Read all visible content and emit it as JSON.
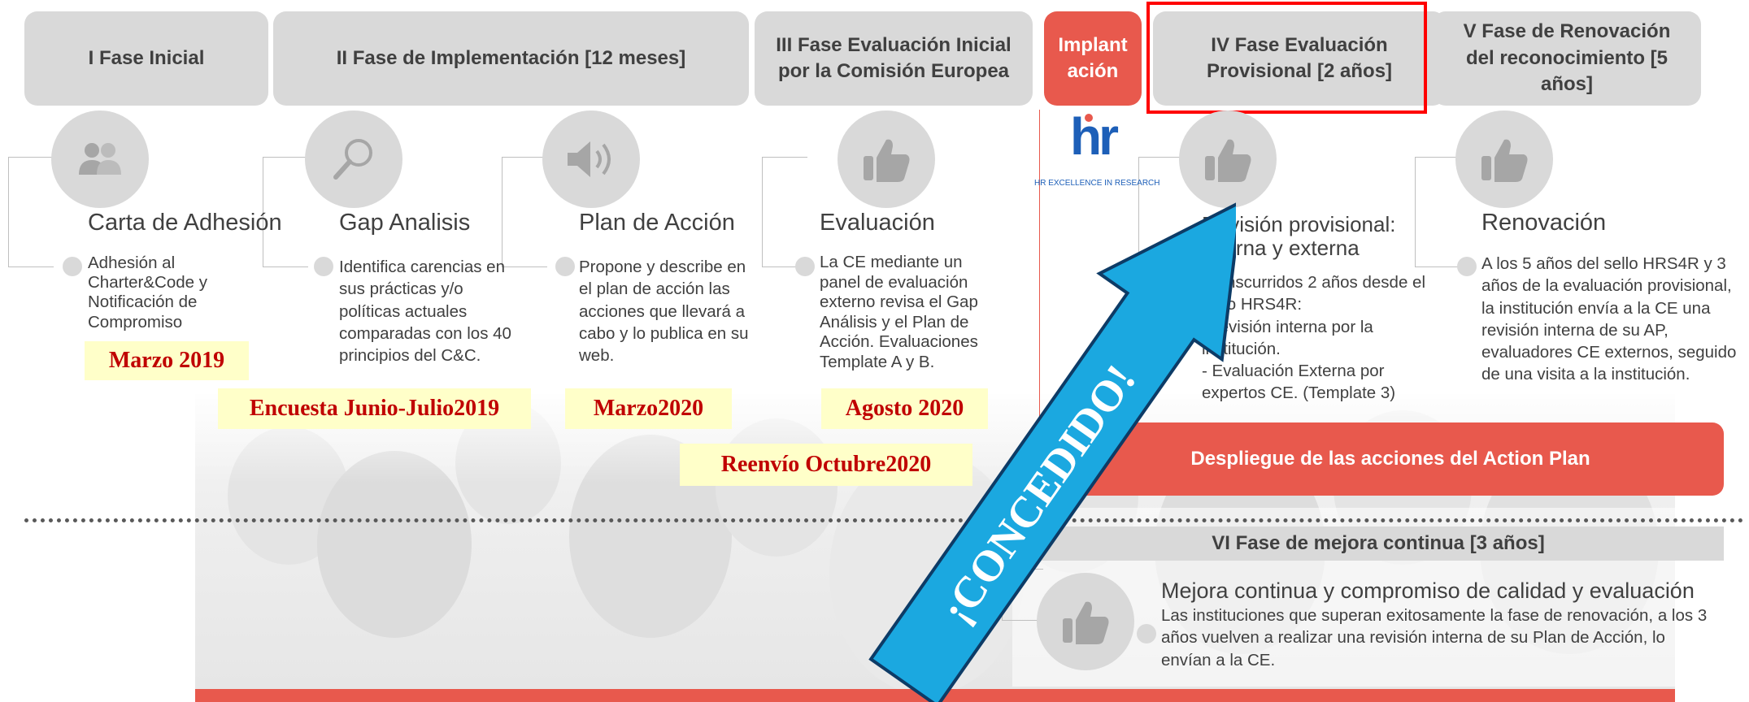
{
  "phases": {
    "p1": "I Fase Inicial",
    "p2": "II Fase de Implementación [12 meses]",
    "p3": "III Fase Evaluación Inicial por la Comisión Europea",
    "implant": "Implant ación",
    "p4": "IV Fase Evaluación Provisional [2 años]",
    "p5": "V Fase de Renovación del reconocimiento [5 años]",
    "p6": "VI Fase de mejora continua [3 años]"
  },
  "steps": {
    "s1": {
      "title": "Carta de Adhesión",
      "desc": "Adhesión al\nCharter&Code y\nNotificación de\nCompromiso",
      "icon": "users-icon"
    },
    "s2": {
      "title": "Gap Analisis",
      "desc": "Identifica carencias en\nsus prácticas y/o\npolíticas actuales\ncomparadas con los 40\nprincipios del C&C.",
      "icon": "magnifier-icon"
    },
    "s3": {
      "title": "Plan de Acción",
      "desc": "Propone y describe en\nel plan de acción las\nacciones que llevará a\ncabo y lo publica en su\nweb.",
      "icon": "speaker-icon"
    },
    "s4": {
      "title": "Evaluación",
      "desc": "La CE mediante un\npanel de evaluación\nexterno revisa el Gap\nAnálisis y el Plan de\nAcción. Evaluaciones\nTemplate A y B.",
      "icon": "thumbs-up-icon"
    },
    "s5": {
      "title": "Revisión provisional:\ninterna y externa",
      "desc": "Transcurridos 2 años desde el\nsello HRS4R:\n-Revisión interna por la\ninstitución.\n- Evaluación Externa por\nexpertos CE. (Template 3)",
      "icon": "thumbs-up-icon"
    },
    "s6": {
      "title": "Renovación",
      "desc": "A los 5 años del sello HRS4R y 3\naños de la evaluación provisional,\nla institución envía a la CE una\nrevisión interna de su AP,\nevaluadores CE externos, seguido\nde una visita a la institución.",
      "icon": "thumbs-up-icon"
    },
    "s7": {
      "title": "Mejora continua y compromiso de calidad y evaluación",
      "desc": " Las instituciones que superan exitosamente la fase de renovación, a los 3\naños vuelven a realizar una revisión interna de su Plan de Acción, lo\nenvían a la CE.",
      "icon": "thumbs-up-icon"
    }
  },
  "dates": {
    "d1": "Marzo 2019",
    "d2": "Encuesta Junio-Julio2019",
    "d3": "Marzo2020",
    "d4": "Agosto 2020",
    "d5": "Reenvío Octubre2020"
  },
  "banner": "Despliegue de las acciones del Action Plan",
  "arrow_text": "¡CONCEDIDO!",
  "logo": {
    "mark": "hr",
    "caption": "HR EXCELLENCE IN RESEARCH"
  },
  "colors": {
    "accent": "#e8594d",
    "arrow": "#1ba8e0",
    "highlight": "#ff0000",
    "date_bg": "#ffffc9",
    "date_text": "#c00000"
  }
}
